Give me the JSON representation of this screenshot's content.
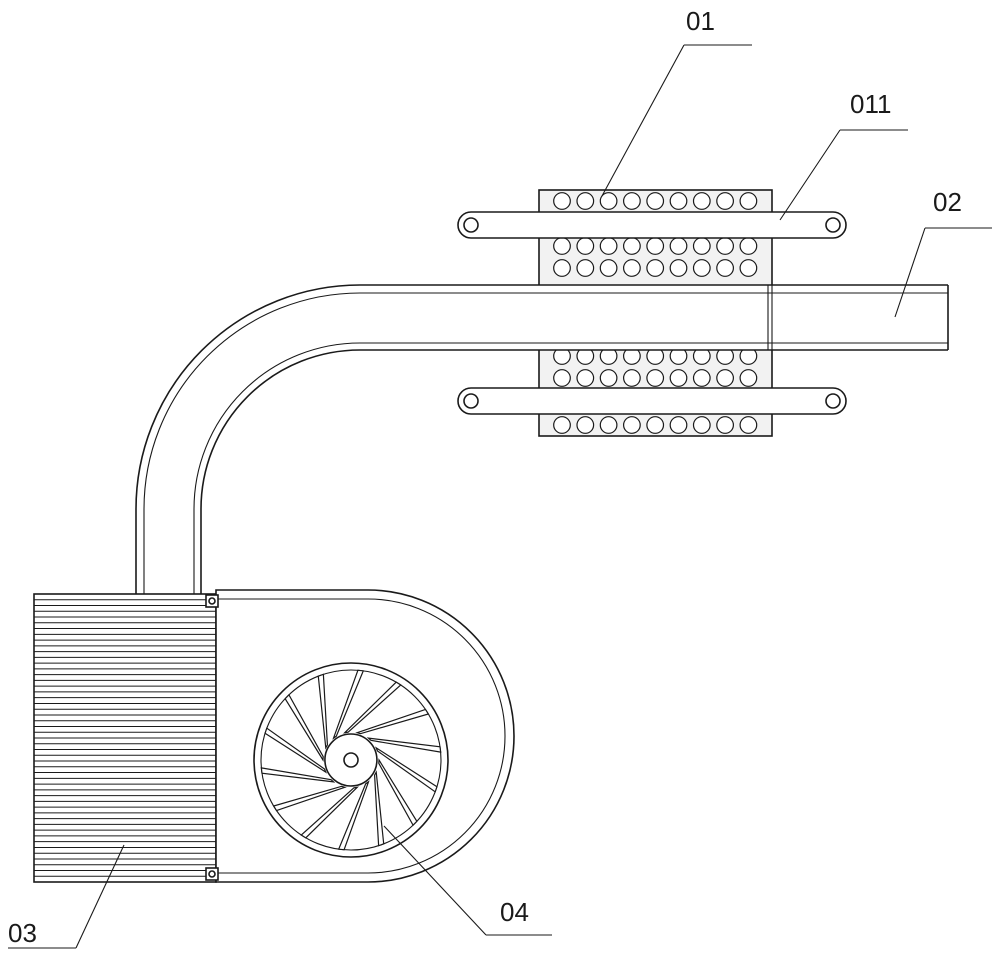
{
  "labels": {
    "heat_absorber": "01",
    "clamp_bar": "011",
    "heat_pipe": "02",
    "fin_stack": "03",
    "fan": "04"
  },
  "colors": {
    "stroke": "#1a1a1a",
    "absorber_fill": "#f2f2f2",
    "background": "#ffffff"
  },
  "absorber_grid": {
    "columns": 9,
    "rows_top": 1,
    "rows_middle_upper": 2,
    "rows_middle_lower": 2,
    "rows_bottom": 1
  },
  "fin_count": 50,
  "fan_blade_count": 14
}
